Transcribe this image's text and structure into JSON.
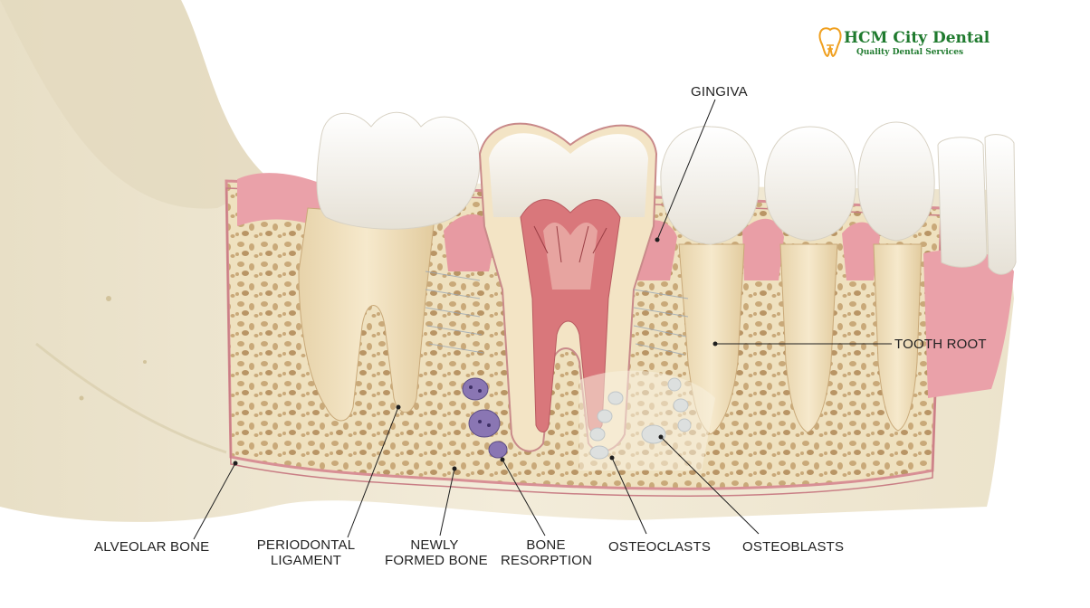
{
  "brand": {
    "name": "HCM City Dental",
    "tagline": "Quality Dental Services",
    "colors": {
      "primary": "#1f7a2e",
      "accent": "#f0a020"
    }
  },
  "labels": {
    "gingiva": "GINGIVA",
    "tooth_root": "TOOTH ROOT",
    "alveolar_bone": "ALVEOLAR BONE",
    "periodontal_ligament": [
      "PERIODONTAL",
      "LIGAMENT"
    ],
    "newly_formed_bone": [
      "NEWLY",
      "FORMED BONE"
    ],
    "bone_resorption": [
      "BONE",
      "RESORPTION"
    ],
    "osteoclasts": "OSTEOCLASTS",
    "osteoblasts": "OSTEOBLASTS"
  },
  "colors": {
    "bone": "#efe6cf",
    "bone_shadow": "#d9cba6",
    "gum": "#e79aa2",
    "enamel": "#f6f3ec",
    "dentin": "#f1dcb6",
    "pulp": "#d9777b",
    "leader": "#1e1e1e"
  }
}
